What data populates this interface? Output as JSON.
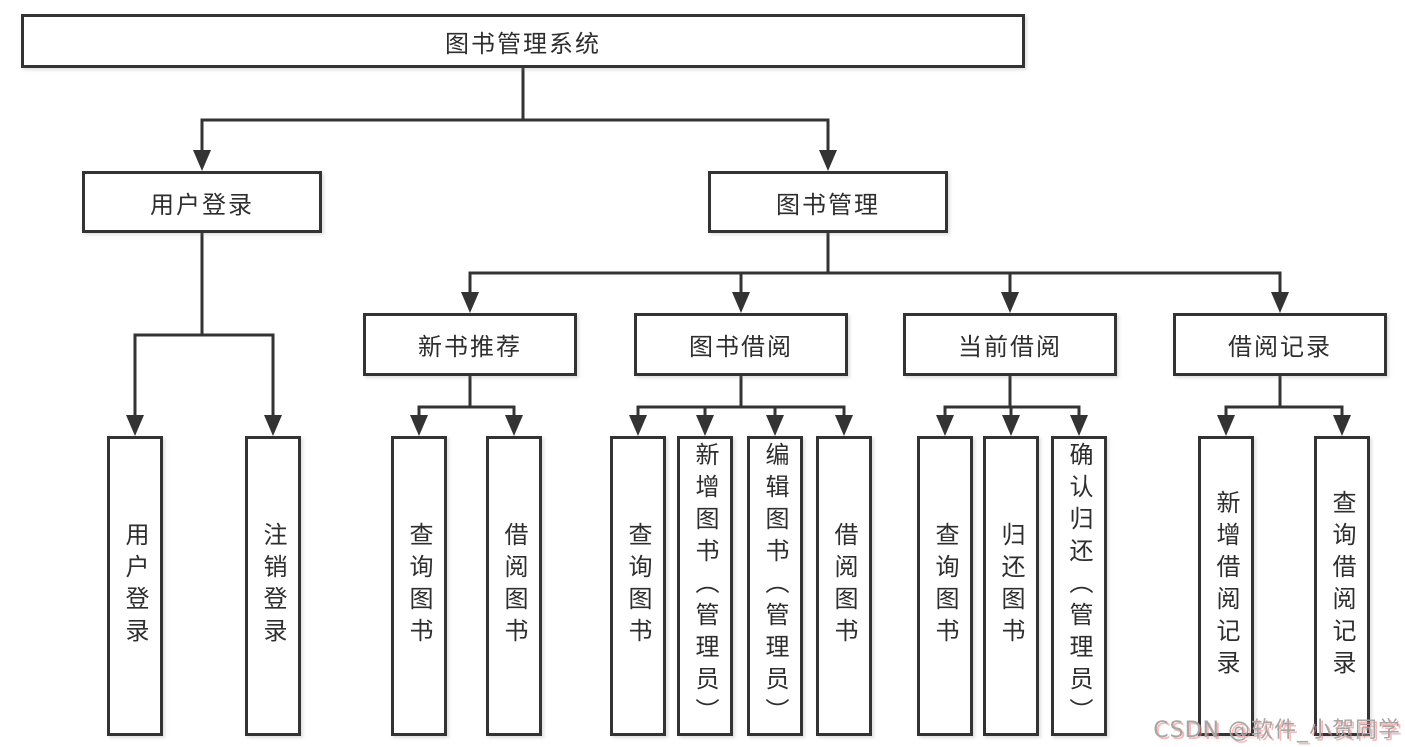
{
  "diagram_title": "图书管理系统",
  "tree": {
    "root": {
      "label": "图书管理系统"
    },
    "branches": [
      {
        "label": "用户登录",
        "children": [
          {
            "label": "用户登录"
          },
          {
            "label": "注销登录"
          }
        ]
      },
      {
        "label": "图书管理",
        "children": [
          {
            "label": "新书推荐",
            "children": [
              {
                "label": "查询图书"
              },
              {
                "label": "借阅图书"
              }
            ]
          },
          {
            "label": "图书借阅",
            "children": [
              {
                "label": "查询图书"
              },
              {
                "label": "新增图书（管理员）"
              },
              {
                "label": "编辑图书（管理员）"
              },
              {
                "label": "借阅图书"
              }
            ]
          },
          {
            "label": "当前借阅",
            "children": [
              {
                "label": "查询图书"
              },
              {
                "label": "归还图书"
              },
              {
                "label": "确认归还（管理员）"
              }
            ]
          },
          {
            "label": "借阅记录",
            "children": [
              {
                "label": "新增借阅记录"
              },
              {
                "label": "查询借阅记录"
              }
            ]
          }
        ]
      }
    ]
  },
  "watermark": {
    "text": "CSDN @软件_小贺同学"
  },
  "colors": {
    "line": "#333333",
    "box_border": "#333333",
    "box_fill": "#ffffff",
    "text": "#2e2e2e",
    "background": "#ffffff",
    "watermark_gray": "#a6a6a6",
    "watermark_red_shadow": "#f08080"
  }
}
